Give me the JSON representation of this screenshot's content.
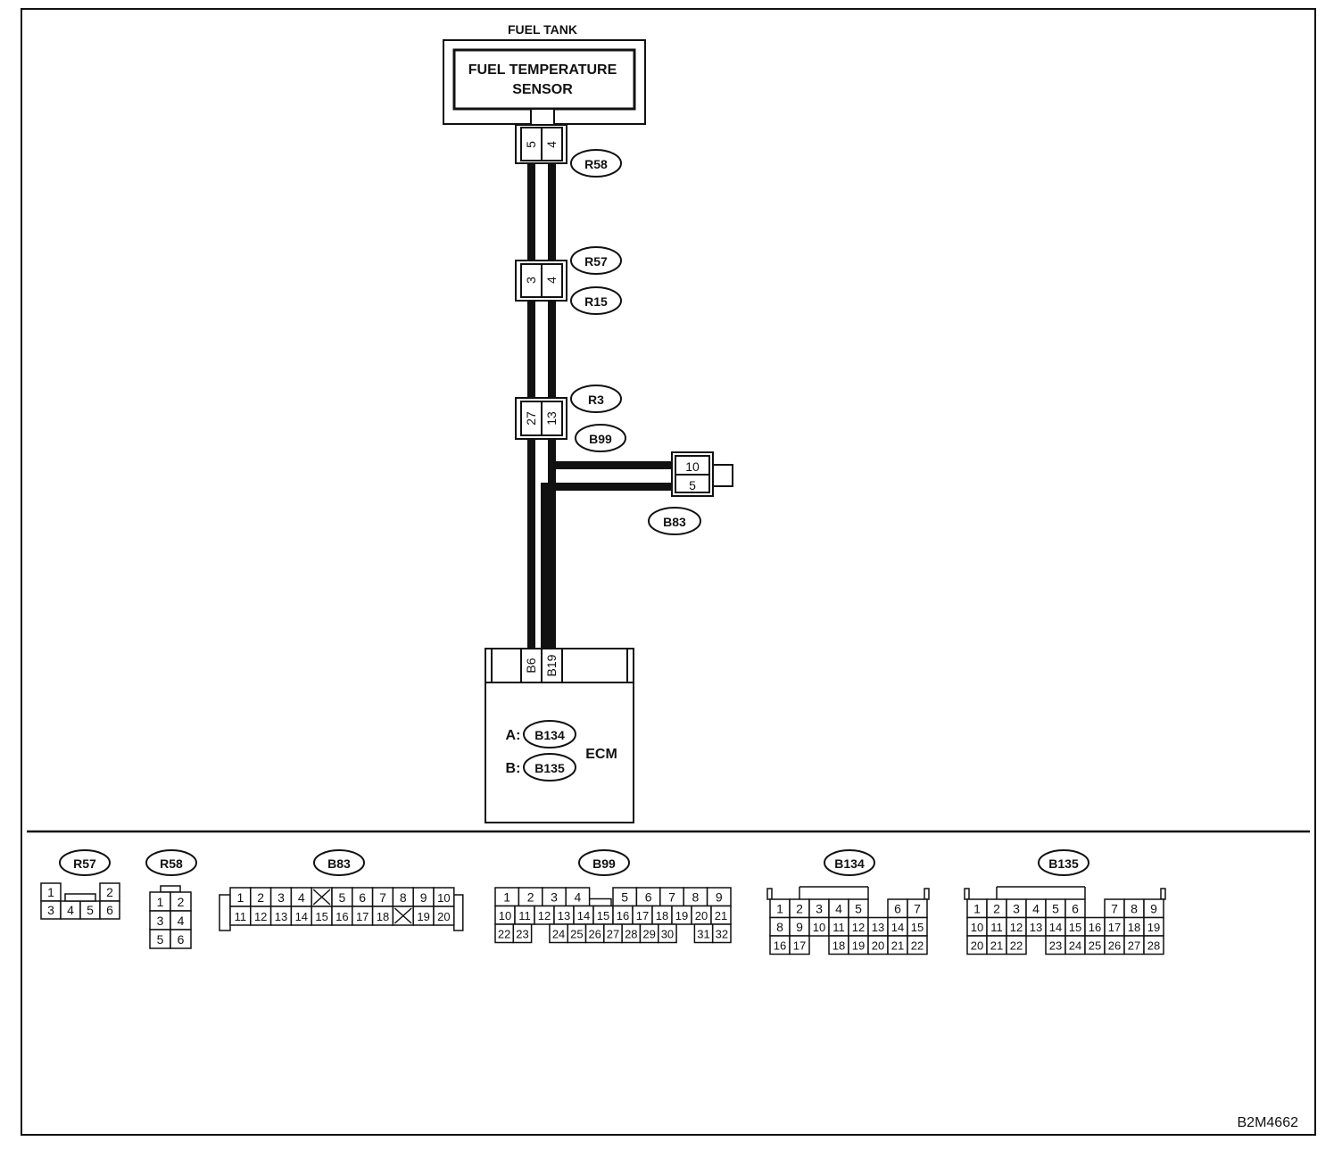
{
  "figure_id": "B2M4662",
  "components": {
    "fuel_tank": "FUEL TANK",
    "sensor_line1": "FUEL TEMPERATURE",
    "sensor_line2": "SENSOR",
    "ecm": "ECM",
    "ecm_conn_a_prefix": "A:",
    "ecm_conn_a": "B134",
    "ecm_conn_b_prefix": "B:",
    "ecm_conn_b": "B135"
  },
  "inline_connectors": [
    {
      "pins": [
        "5",
        "4"
      ],
      "labels": [
        "R58"
      ]
    },
    {
      "pins": [
        "3",
        "4"
      ],
      "labels": [
        "R57",
        "R15"
      ]
    },
    {
      "pins": [
        "27",
        "13"
      ],
      "labels": [
        "R3",
        "B99"
      ]
    }
  ],
  "side_connector": {
    "pins": [
      "10",
      "5"
    ],
    "label": "B83"
  },
  "ecm_pins": [
    "B6",
    "B19"
  ],
  "connector_legend": [
    {
      "name": "R57",
      "rows": [
        [
          "1",
          "",
          "2"
        ],
        [
          "3",
          "4",
          "5",
          "6"
        ]
      ]
    },
    {
      "name": "R58",
      "rows": [
        [
          "1",
          "2"
        ],
        [
          "3",
          "4"
        ],
        [
          "5",
          "6"
        ]
      ]
    },
    {
      "name": "B83",
      "rows": [
        [
          "1",
          "2",
          "3",
          "4",
          "X",
          "5",
          "6",
          "7",
          "8",
          "9",
          "10"
        ],
        [
          "11",
          "12",
          "13",
          "14",
          "15",
          "16",
          "17",
          "18",
          "X",
          "19",
          "20"
        ]
      ]
    },
    {
      "name": "B99",
      "rows": [
        [
          "1",
          "2",
          "3",
          "4",
          "",
          "5",
          "6",
          "7",
          "8",
          "9"
        ],
        [
          "10",
          "11",
          "12",
          "13",
          "14",
          "15",
          "16",
          "17",
          "18",
          "19",
          "20",
          "21"
        ],
        [
          "22",
          "23",
          "",
          "24",
          "25",
          "26",
          "27",
          "28",
          "29",
          "30",
          "",
          "31",
          "32"
        ]
      ]
    },
    {
      "name": "B134",
      "rows": [
        [
          "1",
          "2",
          "3",
          "4",
          "5",
          "",
          "6",
          "7"
        ],
        [
          "8",
          "9",
          "10",
          "11",
          "12",
          "13",
          "14",
          "15"
        ],
        [
          "16",
          "17",
          "",
          "18",
          "19",
          "20",
          "21",
          "22"
        ]
      ]
    },
    {
      "name": "B135",
      "rows": [
        [
          "1",
          "2",
          "3",
          "4",
          "5",
          "6",
          "",
          "7",
          "8",
          "9"
        ],
        [
          "10",
          "11",
          "12",
          "13",
          "14",
          "15",
          "16",
          "17",
          "18",
          "19"
        ],
        [
          "20",
          "21",
          "22",
          "",
          "23",
          "24",
          "25",
          "26",
          "27",
          "28"
        ]
      ]
    }
  ]
}
